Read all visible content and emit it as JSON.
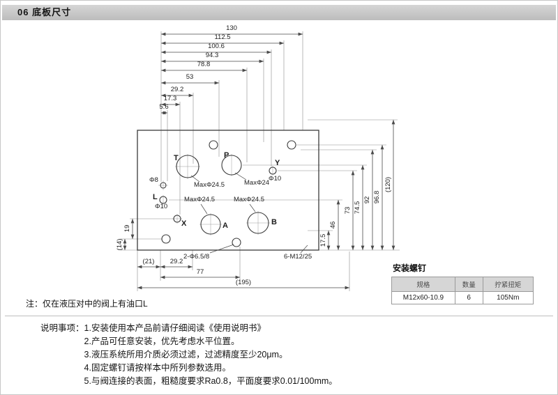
{
  "header": {
    "title": "06 底板尺寸"
  },
  "drawing": {
    "top_dims": [
      "130",
      "112.5",
      "100.6",
      "94.3",
      "78.8",
      "53",
      "29.2",
      "17.3",
      "5.6"
    ],
    "right_dims": [
      "17.5",
      "46",
      "73",
      "74.5",
      "92",
      "96.8",
      "(120)"
    ],
    "left_dims": [
      "19",
      "(14)"
    ],
    "bottom_dims": [
      "(21)",
      "29.2",
      "77",
      "(195)"
    ],
    "hole_notes": [
      "2-Φ6.5/8",
      "6-M12/25"
    ],
    "ports": {
      "t": "T",
      "p": "P",
      "y": "Y",
      "l": "L",
      "x": "X",
      "a": "A",
      "b": "B"
    },
    "sizes": {
      "t": "MaxΦ24.5",
      "p": "MaxΦ24",
      "y": "Φ10",
      "phi8": "Φ8",
      "l": "Φ10",
      "a": "MaxΦ24.5",
      "b": "MaxΦ24.5"
    }
  },
  "note": "注：仅在液压对中的阀上有油口L",
  "screw_table": {
    "title": "安装螺钉",
    "headers": [
      "规格",
      "数量",
      "拧紧扭矩"
    ],
    "row": [
      "M12x60-10.9",
      "6",
      "105Nm"
    ]
  },
  "instructions": {
    "label": "说明事项：",
    "items": [
      "1.安装使用本产品前请仔细阅读《使用说明书》",
      "2.产品可任意安装，优先考虑水平位置。",
      "3.液压系统所用介质必须过滤，过滤精度至少20μm。",
      "4.固定螺钉请按样本中所列参数选用。",
      "5.与阀连接的表面，粗糙度要求Ra0.8，平面度要求0.01/100mm。"
    ]
  }
}
